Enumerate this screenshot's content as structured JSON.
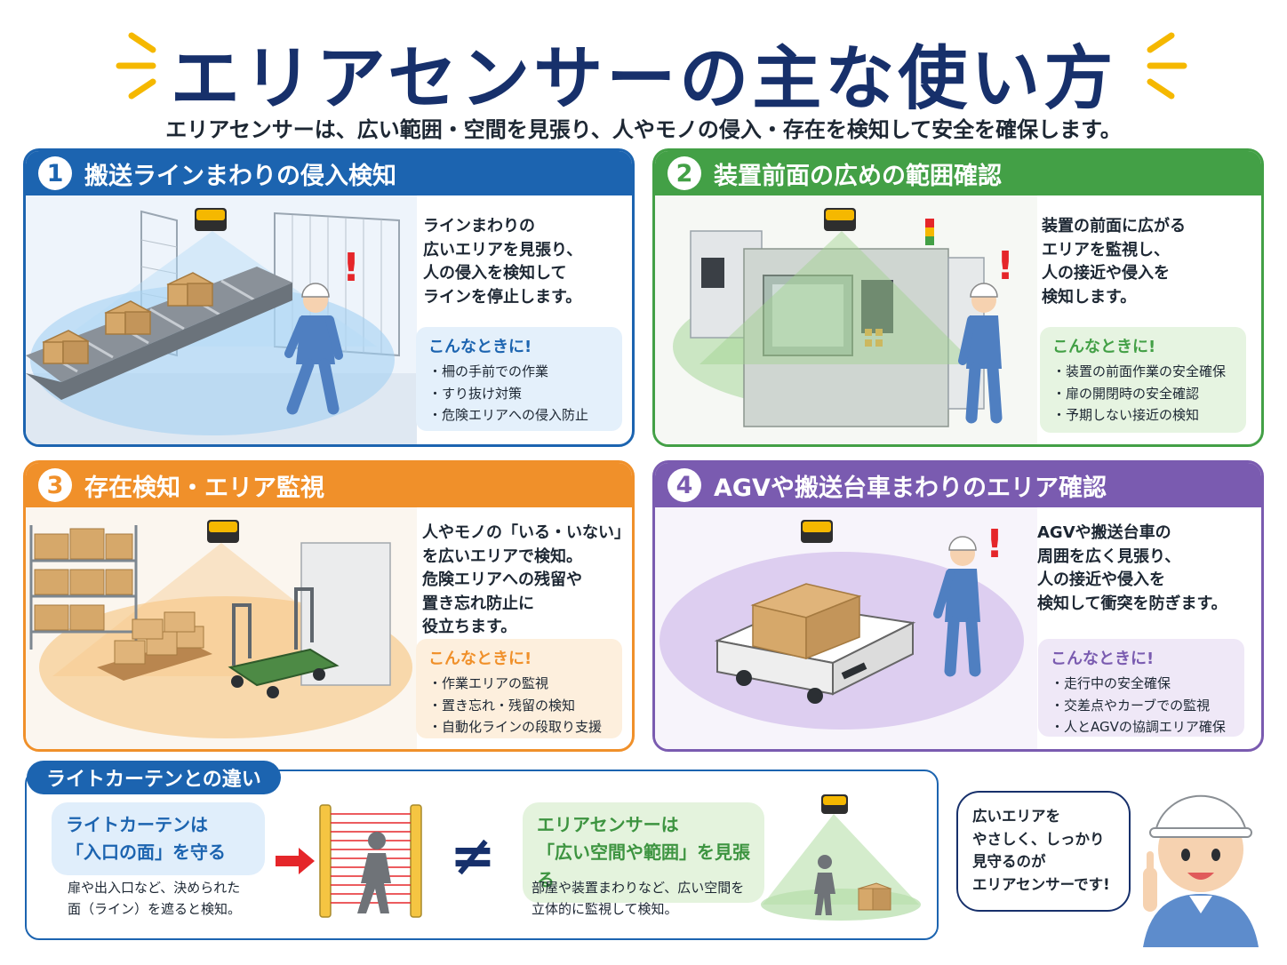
{
  "header": {
    "title": "エリアセンサーの主な使い方",
    "subtitle": "エリアセンサーは、広い範囲・空間を見張り、人やモノの侵入・存在を検知して安全を確保します。"
  },
  "colors": {
    "blue": "#1c64b0",
    "green": "#43a046",
    "orange": "#f0902a",
    "purple": "#7a5bb0",
    "navy": "#17306b",
    "accent": "#f5b800"
  },
  "panels": [
    {
      "number": "1",
      "title": "搬送ラインまわりの侵入検知",
      "description": "ラインまわりの\n広いエリアを見張り、\n人の侵入を検知して\nラインを停止します。",
      "hint_title": "こんなときに!",
      "hints": [
        "柵の手前での作業",
        "すり抜け対策",
        "危険エリアへの侵入防止"
      ],
      "alert": "!"
    },
    {
      "number": "2",
      "title": "装置前面の広めの範囲確認",
      "description": "装置の前面に広がる\nエリアを監視し、\n人の接近や侵入を\n検知します。",
      "hint_title": "こんなときに!",
      "hints": [
        "装置の前面作業の安全確保",
        "扉の開閉時の安全確認",
        "予期しない接近の検知"
      ],
      "alert": "!"
    },
    {
      "number": "3",
      "title": "存在検知・エリア監視",
      "description": "人やモノの「いる・いない」\nを広いエリアで検知。\n危険エリアへの残留や\n置き忘れ防止に\n役立ちます。",
      "hint_title": "こんなときに!",
      "hints": [
        "作業エリアの監視",
        "置き忘れ・残留の検知",
        "自動化ラインの段取り支援"
      ]
    },
    {
      "number": "4",
      "title": "AGVや搬送台車まわりのエリア確認",
      "description": "AGVや搬送台車の\n周囲を広く見張り、\n人の接近や侵入を\n検知して衝突を防ぎます。",
      "hint_title": "こんなときに!",
      "hints": [
        "走行中の安全確保",
        "交差点やカーブでの監視",
        "人とAGVの協調エリア確保"
      ],
      "alert": "!"
    }
  ],
  "compare": {
    "tag": "ライトカーテンとの違い",
    "left_bubble": "ライトカーテンは\n「入口の面」を守る",
    "left_text": "扉や出入口など、決められた\n面（ライン）を遮ると検知。",
    "not_equal": "≠",
    "right_bubble": "エリアセンサーは\n「広い空間や範囲」を見張る",
    "right_text": "部屋や装置まわりなど、広い空間を\n立体的に監視して検知。"
  },
  "mascot": {
    "speech": "広いエリアを\nやさしく、しっかり\n見守るのが\nエリアセンサーです!"
  }
}
